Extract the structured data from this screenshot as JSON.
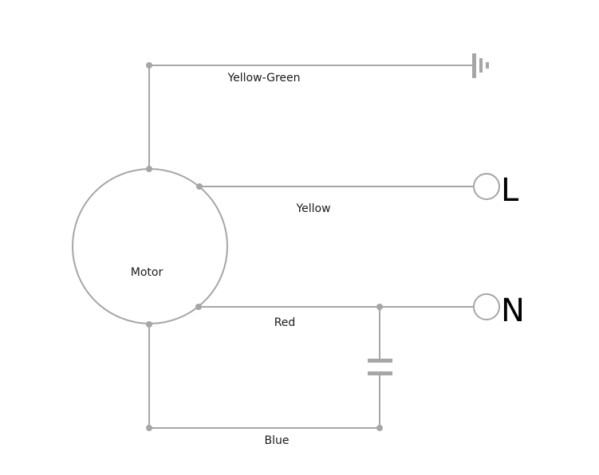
{
  "motor": {
    "label": "Motor"
  },
  "wires": {
    "ground": "Yellow-Green",
    "line": "Yellow",
    "neutral": "Red",
    "return": "Blue"
  },
  "terminals": {
    "line": "L",
    "neutral": "N"
  },
  "colors": {
    "wire": "#a6a6a6",
    "text": "#1a1a1a"
  }
}
